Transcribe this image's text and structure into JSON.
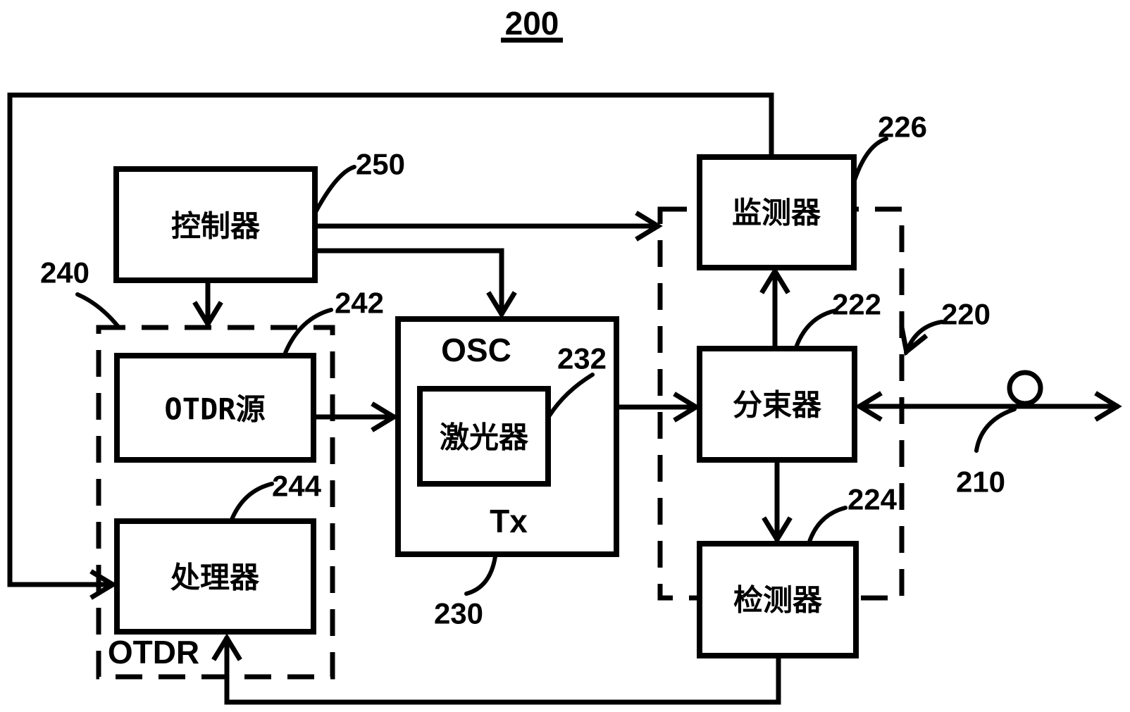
{
  "figure": {
    "title": "200",
    "colors": {
      "stroke": "#000000",
      "background": "#ffffff"
    },
    "nodes": {
      "controller": {
        "label": "控制器",
        "ref": "250"
      },
      "otdr_group": {
        "label": "OTDR",
        "ref": "240"
      },
      "otdr_source": {
        "label": "OTDR源",
        "ref": "242"
      },
      "processor": {
        "label": "处理器",
        "ref": "244"
      },
      "tx": {
        "label": "Tx",
        "ref": "230"
      },
      "osc": {
        "label": "OSC"
      },
      "laser": {
        "label": "激光器",
        "ref": "232"
      },
      "monitor": {
        "label": "监测器",
        "ref": "226"
      },
      "splitter": {
        "label": "分束器",
        "ref": "222"
      },
      "detector": {
        "label": "检测器",
        "ref": "224"
      },
      "coupler_group": {
        "ref": "220"
      },
      "fiber": {
        "ref": "210"
      }
    }
  }
}
